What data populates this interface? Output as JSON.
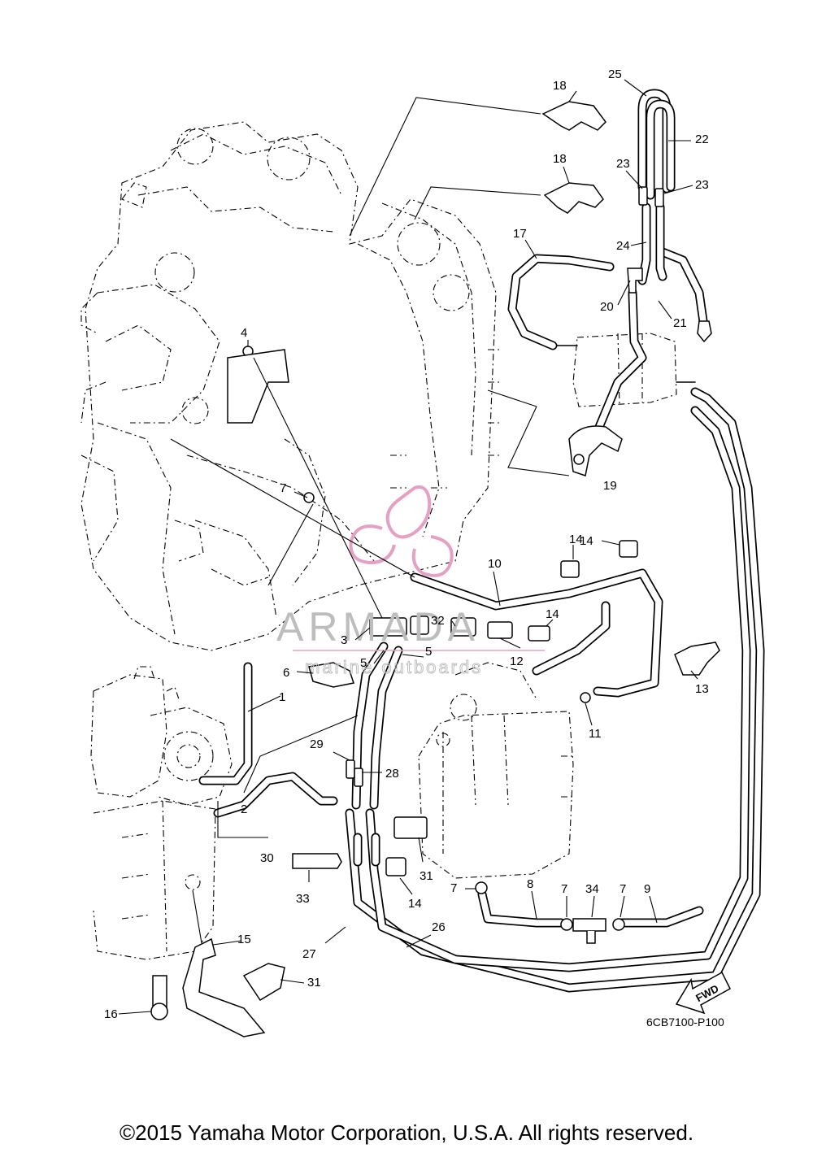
{
  "diagram_code": "6CB7100-P100",
  "copyright": "©2015 Yamaha Motor Corporation, U.S.A. All rights reserved.",
  "watermark": {
    "brand": "ARMADA",
    "tagline": "marine outboards",
    "color": "#bdbdbd",
    "logo_color": "#e6a0c4"
  },
  "fwd_label": "FWD",
  "callouts": {
    "c1": "1",
    "c2": "2",
    "c3": "3",
    "c4": "4",
    "c5a": "5",
    "c5b": "5",
    "c6": "6",
    "c7a": "7",
    "c7b": "7",
    "c7c": "7",
    "c7d": "7",
    "c8": "8",
    "c9": "9",
    "c10": "10",
    "c11": "11",
    "c12": "12",
    "c13": "13",
    "c14a": "14",
    "c14b": "14",
    "c14c": "14",
    "c14d": "14",
    "c15": "15",
    "c16": "16",
    "c17": "17",
    "c18a": "18",
    "c18b": "18",
    "c19": "19",
    "c20": "20",
    "c21": "21",
    "c22": "22",
    "c23a": "23",
    "c23b": "23",
    "c24": "24",
    "c25": "25",
    "c26": "26",
    "c27": "27",
    "c28": "28",
    "c29": "29",
    "c30": "30",
    "c31a": "31",
    "c31b": "31",
    "c32": "32",
    "c33": "33",
    "c34": "34"
  }
}
